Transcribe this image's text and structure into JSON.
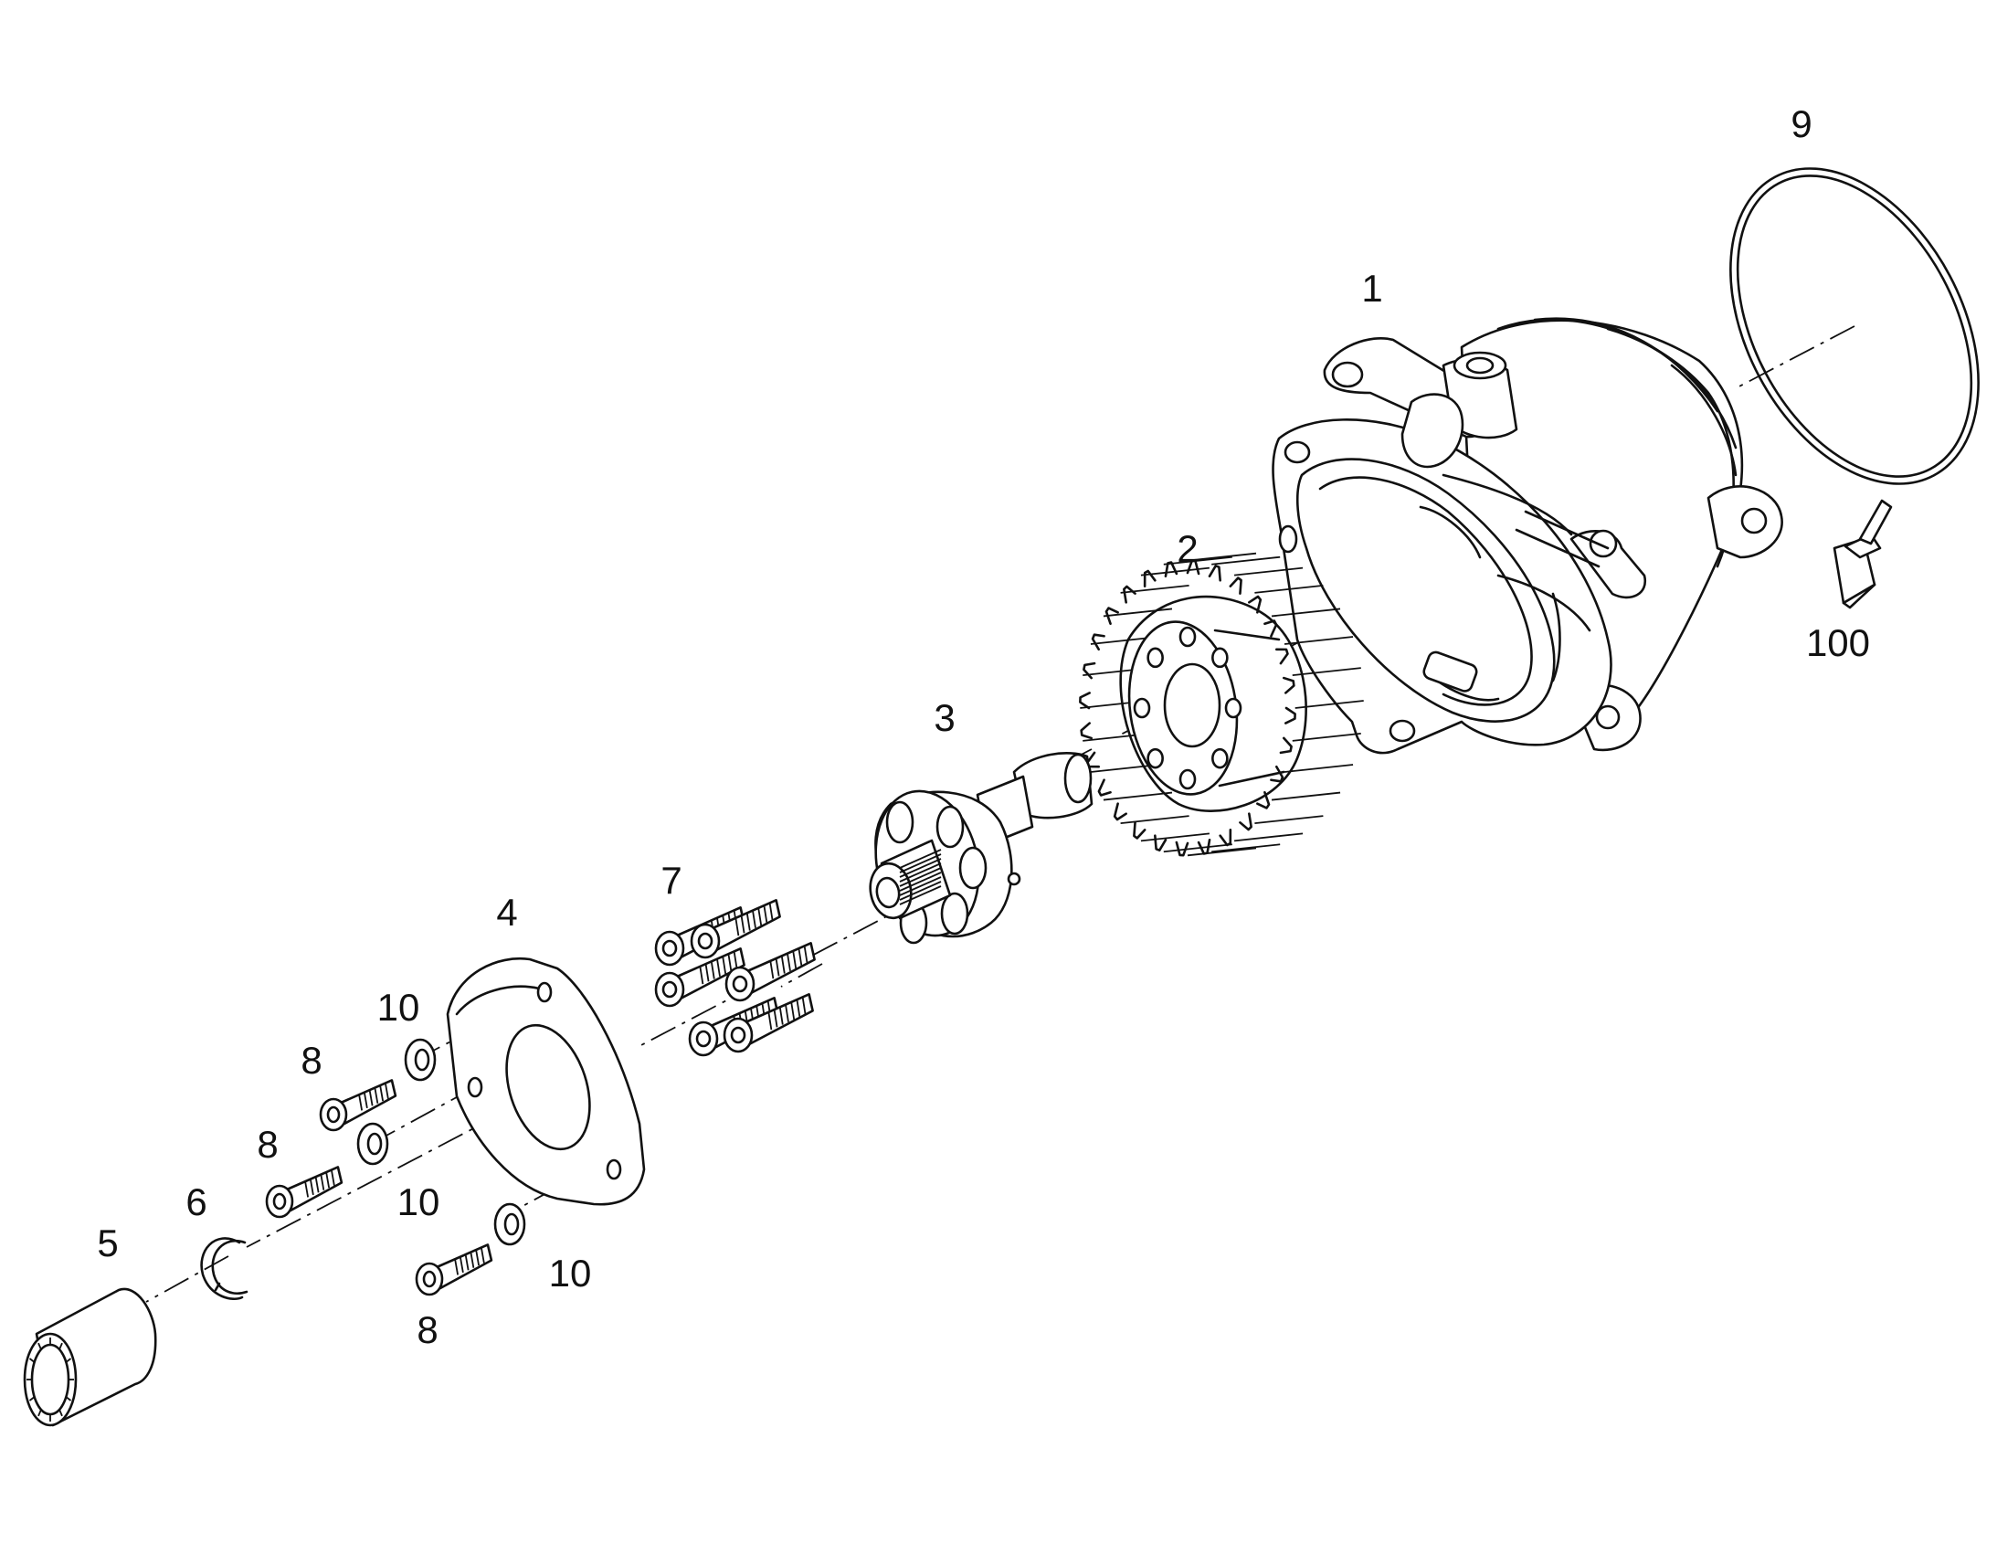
{
  "callouts": {
    "part_1": "1",
    "part_2": "2",
    "part_3": "3",
    "part_4": "4",
    "part_5": "5",
    "part_6": "6",
    "part_7": "7",
    "part_8a": "8",
    "part_8b": "8",
    "part_8c": "8",
    "part_9": "9",
    "part_10a": "10",
    "part_10b": "10",
    "part_10c": "10",
    "part_100": "100"
  }
}
